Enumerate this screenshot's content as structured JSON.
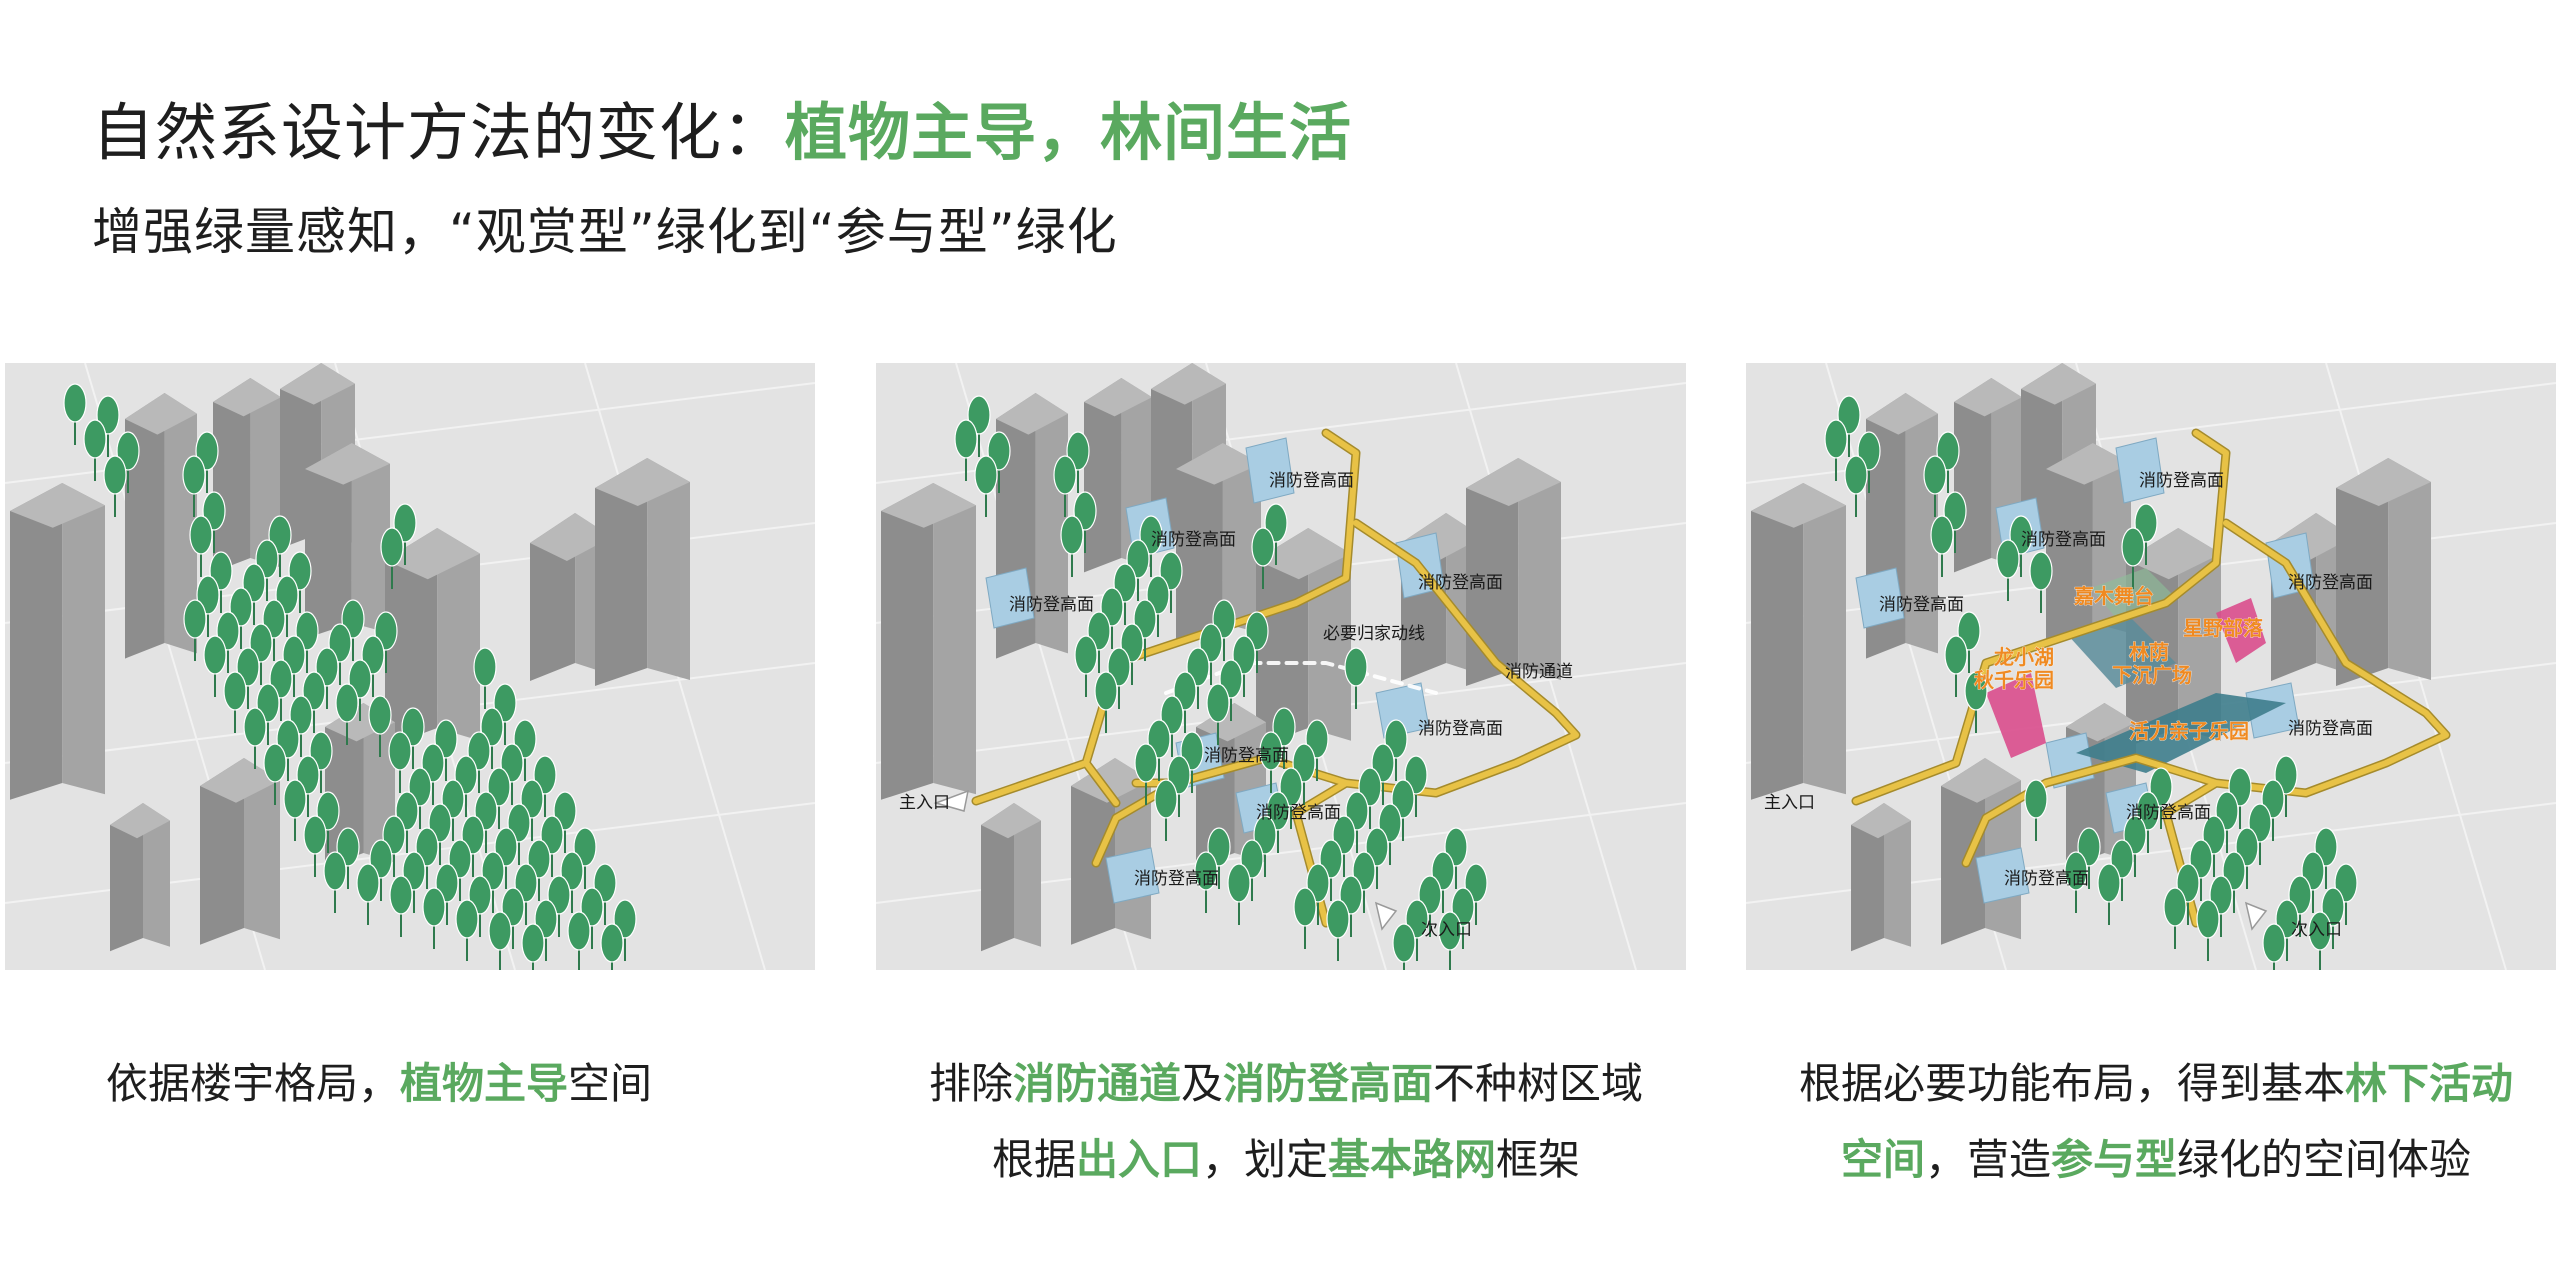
{
  "title": {
    "plain": "自然系设计方法的变化：",
    "highlight": "植物主导，林间生活"
  },
  "subtitle": "增强绿量感知，“观赏型”绿化到“参与型”绿化",
  "colors": {
    "highlight": "#5aa95f",
    "tree": "#3d9a62",
    "road": "#e8c246",
    "pad": "#a9cde3",
    "zone_pink": "#d94c8c",
    "zone_teal": "#3e7d8c",
    "label_orange": "#ef8a22"
  },
  "panels": [
    {
      "caption_lines": [
        {
          "parts": [
            {
              "text": "依据楼宇格局，",
              "hl": false
            },
            {
              "text": "植物主导",
              "hl": true
            },
            {
              "text": "空间",
              "hl": false
            }
          ]
        }
      ]
    },
    {
      "labels": {
        "fire_pad_1": "消防登高面",
        "fire_pad_2": "消防登高面",
        "fire_pad_3": "消防登高面",
        "fire_pad_4": "消防登高面",
        "fire_pad_5": "消防登高面",
        "fire_pad_6": "消防登高面",
        "fire_pad_7": "消防登高面",
        "fire_pad_8": "消防登高面",
        "route_home": "必要归家动线",
        "fire_lane": "消防通道",
        "main_entrance": "主入口",
        "secondary_entrance": "次入口"
      },
      "caption_lines": [
        {
          "parts": [
            {
              "text": "排除",
              "hl": false
            },
            {
              "text": "消防通道",
              "hl": true
            },
            {
              "text": "及",
              "hl": false
            },
            {
              "text": "消防登高面",
              "hl": true
            },
            {
              "text": "不种树区域",
              "hl": false
            }
          ]
        },
        {
          "parts": [
            {
              "text": "根据",
              "hl": false
            },
            {
              "text": "出入口",
              "hl": true
            },
            {
              "text": "，划定",
              "hl": false
            },
            {
              "text": "基本路网",
              "hl": true
            },
            {
              "text": "框架",
              "hl": false
            }
          ]
        }
      ]
    },
    {
      "labels": {
        "fire_pad_1": "消防登高面",
        "fire_pad_2": "消防登高面",
        "fire_pad_3": "消防登高面",
        "fire_pad_4": "消防登高面",
        "fire_pad_5": "消防登高面",
        "fire_pad_6": "消防登高面",
        "fire_pad_7": "消防登高面",
        "main_entrance": "主入口",
        "secondary_entrance": "次入口",
        "zone_stage": "嘉木舞台",
        "zone_star": "星野部落",
        "zone_lake_1": "龙小湖",
        "zone_lake_2": "秋千乐园",
        "zone_sunken_1": "林荫",
        "zone_sunken_2": "下沉广场",
        "zone_kids": "活力亲子乐园"
      },
      "caption_lines": [
        {
          "parts": [
            {
              "text": "根据必要功能布局，得到基本",
              "hl": false
            },
            {
              "text": "林下活动",
              "hl": true
            }
          ]
        },
        {
          "parts": [
            {
              "text": "空间",
              "hl": true
            },
            {
              "text": "，营造",
              "hl": false
            },
            {
              "text": "参与型",
              "hl": true
            },
            {
              "text": "绿化的空间体验",
              "hl": false
            }
          ]
        }
      ]
    }
  ]
}
